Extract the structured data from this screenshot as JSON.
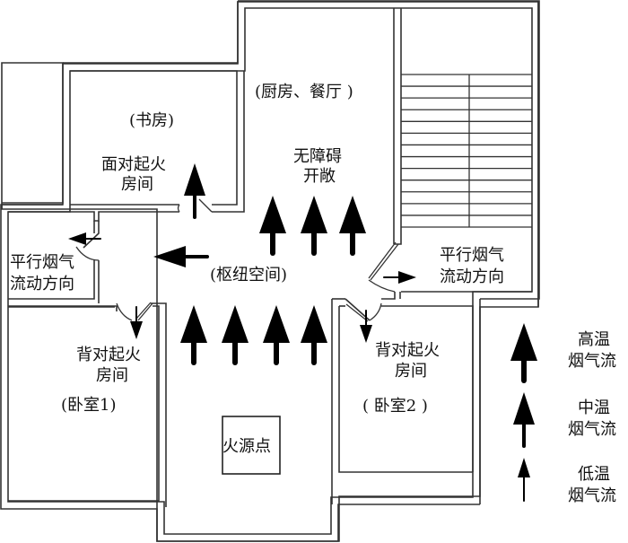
{
  "diagram": {
    "type": "floor-plan-smoke-flow",
    "rooms": {
      "study": "(书房)",
      "kitchen_dining": "(厨房、餐厅 )",
      "hub": "(枢纽空间)",
      "bedroom1": "(卧室1)",
      "bedroom2": "( 卧室2 )",
      "fire_source": "火源点"
    },
    "annotations": {
      "facing_fire_line1": "面对起火",
      "facing_fire_line2": "房间",
      "open_line1": "无障碍",
      "open_line2": "开敞",
      "parallel_left_line1": "平行烟气",
      "parallel_left_line2": "流动方向",
      "parallel_right_line1": "平行烟气",
      "parallel_right_line2": "流动方向",
      "back_fire1_line1": "背对起火",
      "back_fire1_line2": "房间",
      "back_fire2_line1": "背对起火",
      "back_fire2_line2": "房间"
    },
    "legend": [
      {
        "level": "high",
        "line1": "高温",
        "line2": "烟气流"
      },
      {
        "level": "medium",
        "line1": "中温",
        "line2": "烟气流"
      },
      {
        "level": "low",
        "line1": "低温",
        "line2": "烟气流"
      }
    ],
    "stair_steps": 13
  }
}
